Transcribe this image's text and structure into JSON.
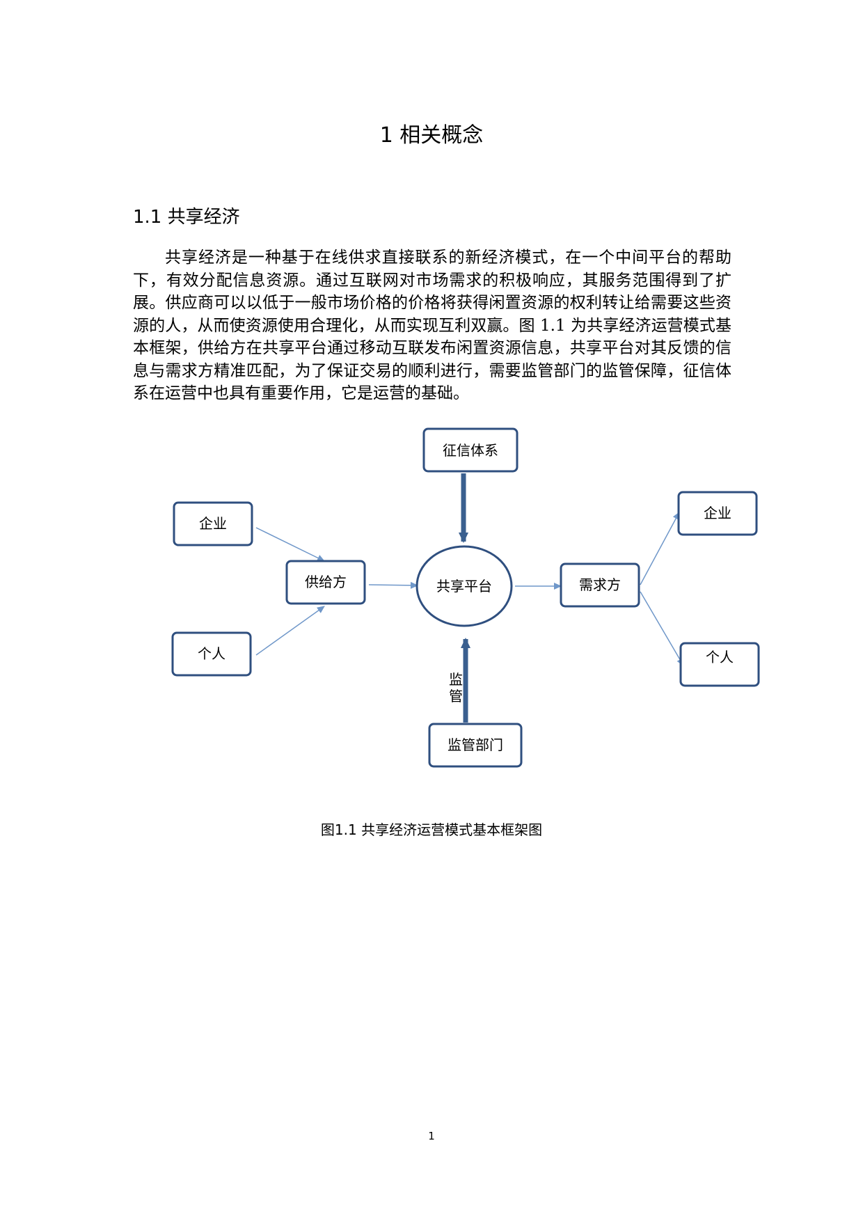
{
  "chapter": {
    "title": "1 相关概念"
  },
  "section": {
    "title": "1.1 共享经济"
  },
  "paragraph": "共享经济是一种基于在线供求直接联系的新经济模式，在一个中间平台的帮助下，有效分配信息资源。通过互联网对市场需求的积极响应，其服务范围得到了扩展。供应商可以以低于一般市场价格的价格将获得闲置资源的权利转让给需要这些资源的人，从而使资源使用合理化，从而实现互利双赢。图 1.1 为共享经济运营模式基本框架，供给方在共享平台通过移动互联发布闲置资源信息，共享平台对其反馈的信息与需求方精准匹配，为了保证交易的顺利进行，需要监管部门的监管保障，征信体系在运营中也具有重要作用，它是运营的基础。",
  "diagram": {
    "credit_system": "征信体系",
    "enterprise_left": "企业",
    "individual_left": "个人",
    "supplier": "供给方",
    "platform": "共享平台",
    "demander": "需求方",
    "enterprise_right": "企业",
    "individual_right": "个人",
    "regulator": "监管部门",
    "supervision_char_1": "监",
    "supervision_char_2": "管",
    "colors": {
      "box_border": "#2f4f7f",
      "thin_arrow": "#6f97c9",
      "thick_arrow": "#3a5f8f"
    }
  },
  "caption": "图1.1  共享经济运营模式基本框架图",
  "page_number": "1"
}
